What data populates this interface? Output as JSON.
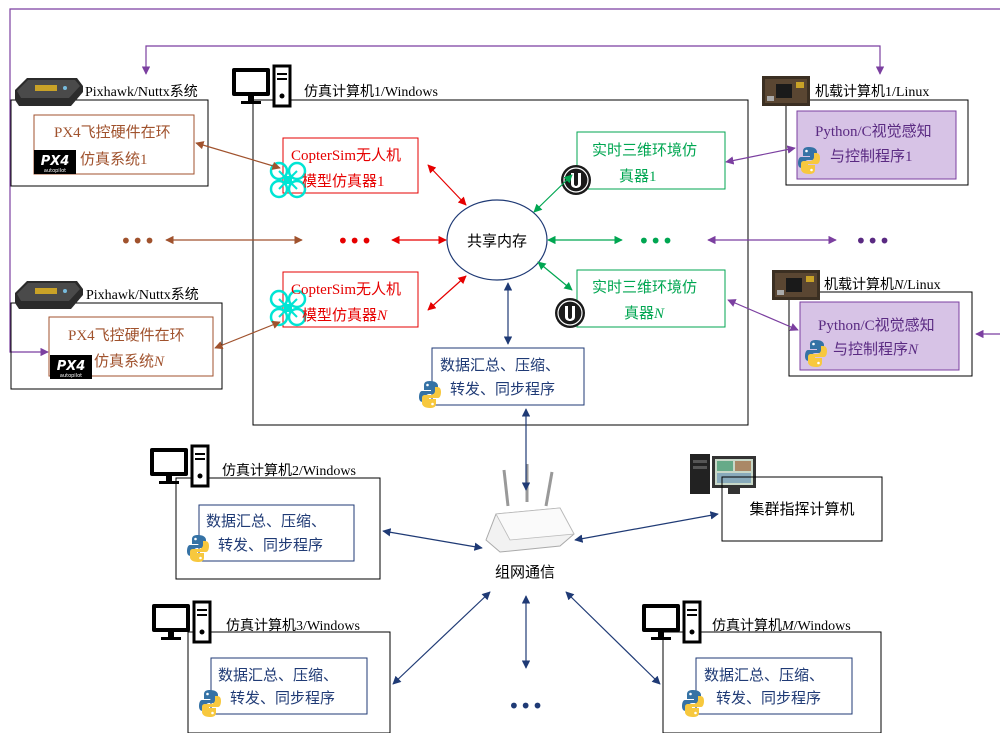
{
  "px4_label": "PX4飞控硬件在环",
  "px4_sys1": "仿真系统1",
  "px4_sysN_prefix": "仿真系统",
  "pixhawk_title": "Pixhawk/Nuttx系统",
  "pc1_title": "仿真计算机1/Windows",
  "pc2_title": "仿真计算机2/Windows",
  "pc3_title": "仿真计算机3/Windows",
  "pcM_prefix": "仿真计算机",
  "pcM_suffix": "/Windows",
  "copter_line1": "CopterSim无人机",
  "copter1_line2": "模型仿真器1",
  "copterN_line2_prefix": "模型仿真器",
  "shared_memory": "共享内存",
  "ue_line1": "实时三维环境仿",
  "ue1_line2": "真器1",
  "ueN_line2_prefix": "真器",
  "data_line1": "数据汇总、压缩、",
  "data_line2": "转发、同步程序",
  "onboard1_title": "机载计算机1/Linux",
  "onboardN_prefix": "机载计算机",
  "onboardN_suffix": "/Linux",
  "py_line1": "Python/C视觉感知",
  "py1_line2": "与控制程序1",
  "pyN_line2_prefix": "与控制程序",
  "n_letter": "N",
  "m_letter": "M",
  "network_label": "组网通信",
  "command_label": "集群指挥计算机",
  "ellipsis": "•••",
  "colors": {
    "red": "#e60000",
    "green": "#00a651",
    "navy": "#1f3a75",
    "brown": "#a0522d",
    "purple": "#7b3fa0",
    "purple_fill": "#d7c3e6",
    "cyan": "#00e5d4"
  }
}
